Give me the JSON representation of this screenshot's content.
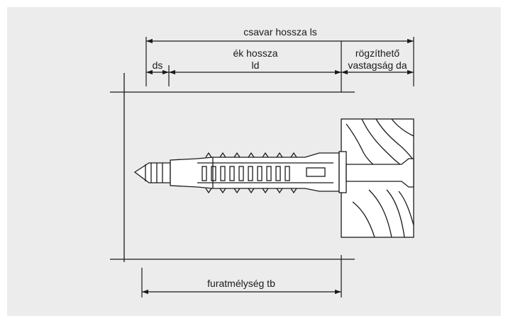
{
  "dimensions": {
    "screw_length": "csavar hossza ls",
    "ds": "ds",
    "wedge_length_line1": "ék hossza",
    "wedge_length_line2": "ld",
    "fixture_thickness_line1": "rögzíthető",
    "fixture_thickness_line2": "vastagság da",
    "drill_depth": "furatmélység tb"
  },
  "colors": {
    "panel": "#ececec",
    "line": "#1a1a1a",
    "wood": "#ffffff"
  }
}
